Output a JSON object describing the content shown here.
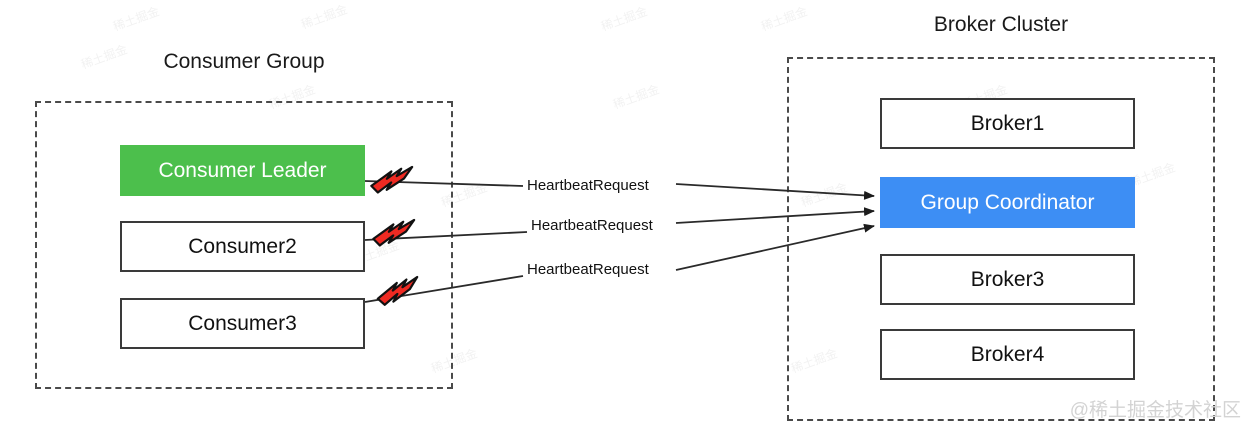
{
  "diagram": {
    "type": "architecture-flow",
    "title_left": "Consumer Group",
    "title_right": "Broker Cluster",
    "background": "#ffffff"
  },
  "colors": {
    "leader_fill": "#4cbf4c",
    "coordinator_fill": "#3d8ef4",
    "box_border": "#3a3a3a",
    "dashed_border": "#4a4a4a",
    "bolt_fill": "#ee2a22",
    "bolt_stroke": "#111111",
    "wire": "#2a2a2a",
    "watermark": "#d3d3d3"
  },
  "consumer_group": {
    "title": "Consumer Group",
    "nodes": [
      {
        "id": "consumer-leader",
        "label": "Consumer Leader",
        "style": "filled-green"
      },
      {
        "id": "consumer-2",
        "label": "Consumer2",
        "style": "plain"
      },
      {
        "id": "consumer-3",
        "label": "Consumer3",
        "style": "plain"
      }
    ]
  },
  "broker_cluster": {
    "title": "Broker Cluster",
    "nodes": [
      {
        "id": "broker-1",
        "label": "Broker1",
        "style": "plain"
      },
      {
        "id": "group-coordinator",
        "label": "Group Coordinator",
        "style": "filled-blue"
      },
      {
        "id": "broker-3",
        "label": "Broker3",
        "style": "plain"
      },
      {
        "id": "broker-4",
        "label": "Broker4",
        "style": "plain"
      }
    ]
  },
  "edges": [
    {
      "id": "hb-1",
      "label": "HeartbeatRequest",
      "from": "consumer-leader",
      "to": "group-coordinator",
      "icon": "lightning-bolt"
    },
    {
      "id": "hb-2",
      "label": "HeartbeatRequest",
      "from": "consumer-2",
      "to": "group-coordinator",
      "icon": "lightning-bolt"
    },
    {
      "id": "hb-3",
      "label": "HeartbeatRequest",
      "from": "consumer-3",
      "to": "group-coordinator",
      "icon": "lightning-bolt"
    }
  ],
  "watermark": {
    "corner": "@稀土掘金技术社区",
    "tile": "稀土掘金"
  }
}
